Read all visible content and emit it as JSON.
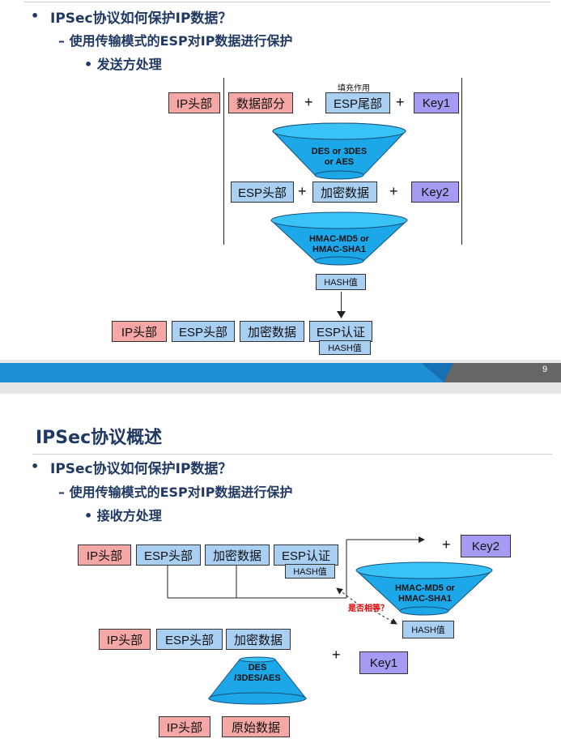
{
  "slide1": {
    "bullet1": "IPSec协议如何保护IP数据？",
    "bullet2": "– 使用传输模式的ESP对IP数据进行保护",
    "bullet3": "• 发送方处理",
    "pad_label": "填充作用",
    "row1": {
      "ip_header": "IP头部",
      "data_part": "数据部分",
      "esp_tail": "ESP尾部",
      "key1": "Key1"
    },
    "funnel1": [
      "DES or 3DES",
      "or AES"
    ],
    "row2": {
      "esp_header": "ESP头部",
      "encrypted": "加密数据",
      "key2": "Key2"
    },
    "funnel2": [
      "HMAC-MD5 or",
      "HMAC-SHA1"
    ],
    "hash": "HASH值",
    "result": {
      "ip_header": "IP头部",
      "esp_header": "ESP头部",
      "encrypted": "加密数据",
      "esp_auth": "ESP认证",
      "hash": "HASH值"
    },
    "plus": "+",
    "page_number": "9"
  },
  "slide2": {
    "title": "IPSec协议概述",
    "bullet1": "IPSec协议如何保护IP数据？",
    "bullet2": "– 使用传输模式的ESP对IP数据进行保护",
    "bullet3": "• 接收方处理",
    "row1": {
      "ip_header": "IP头部",
      "esp_header": "ESP头部",
      "encrypted": "加密数据",
      "esp_auth": "ESP认证",
      "hash": "HASH值"
    },
    "key2": "Key2",
    "funnel_hmac": [
      "HMAC-MD5 or",
      "HMAC-SHA1"
    ],
    "compare": "是否相等？",
    "hash_computed": "HASH值",
    "row2": {
      "ip_header": "IP头部",
      "esp_header": "ESP头部",
      "encrypted": "加密数据"
    },
    "key1": "Key1",
    "funnel_des": [
      "DES",
      "/3DES/AES"
    ],
    "row3": {
      "ip_header": "IP头部",
      "original": "原始数据"
    },
    "plus": "+"
  },
  "colors": {
    "red_box": "#f4a7a4",
    "blue_box": "#a9cff3",
    "purple_box": "#a49cf3",
    "funnel": "#1ca7e8",
    "heading": "#1f3864",
    "footer_blue": "#1f8fd6",
    "compare_text": "#e00000"
  }
}
